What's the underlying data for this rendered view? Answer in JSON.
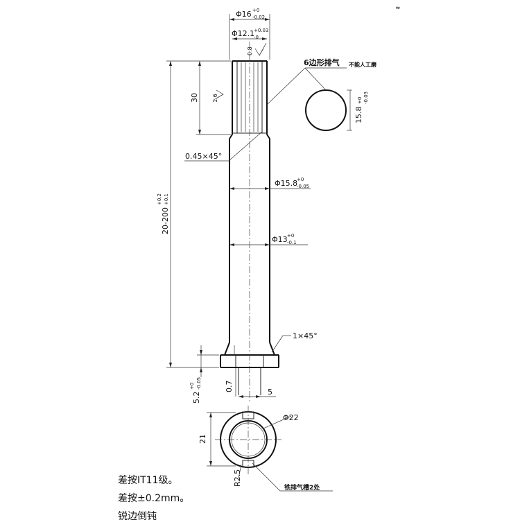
{
  "corner_mark": "≈",
  "dims": {
    "head_diameter": "Φ16",
    "head_tol_upper": "+0",
    "head_tol_lower": "-0.02",
    "inner_diameter": "Φ12.1",
    "inner_tol_upper": "+0.03",
    "inner_tol_lower": "-0",
    "roughness_top": "0.8",
    "roughness_side": "1.6",
    "section_length": "30",
    "chamfer_top": "0.45×45°",
    "diameter_mid": "Φ15.8",
    "mid_tol_upper": "+0",
    "mid_tol_lower": "-0.05",
    "diameter_bore": "Φ13",
    "bore_tol_upper": "+0",
    "bore_tol_lower": "-0.1",
    "overall_length": "20-200",
    "overall_tol_upper": "+0.2",
    "overall_tol_lower": "+0.1",
    "chamfer_bottom": "1×45°",
    "flange_thickness": "5.2",
    "flange_tol_upper": "+0",
    "flange_tol_lower": "-0.05",
    "dim_07": "0.7",
    "dim_5": "5",
    "bottom_diameter": "Φ22",
    "bottom_height": "21",
    "radius": "R2.5"
  },
  "callouts": {
    "hex_vent": "6边形排气",
    "no_grind": "不能人工磨",
    "hex_dim": "15.8",
    "hex_tol_upper": "+0",
    "hex_tol_lower": "-0.03",
    "vent_groove": "铣排气槽2处"
  },
  "notes": [
    "差按IT11级。",
    "差按±0.2mm。",
    "锐边倒钝"
  ]
}
